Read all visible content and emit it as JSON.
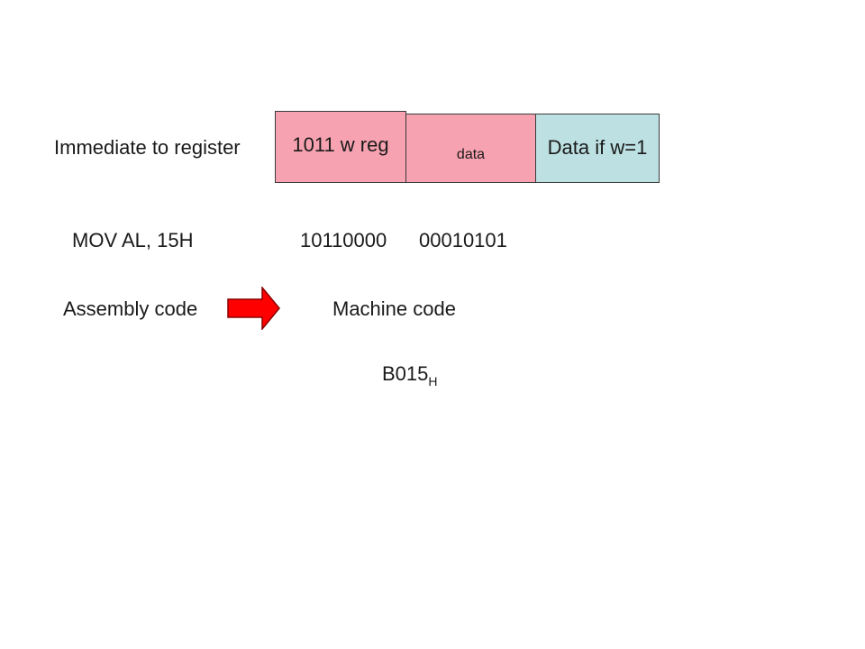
{
  "format": {
    "label": "Immediate to register",
    "fields": [
      {
        "text": "1011 w reg"
      },
      {
        "text": "data"
      },
      {
        "text": "Data if w=1"
      }
    ]
  },
  "example": {
    "assembly": "MOV AL, 15H",
    "byte1": "10110000",
    "byte2": "00010101"
  },
  "legend": {
    "assembly_label": "Assembly code",
    "machine_label": "Machine code"
  },
  "hex": {
    "value": "B015",
    "subscript": "H"
  },
  "colors": {
    "field_pink": "#f7a2b0",
    "field_blue": "#bde0e2",
    "arrow_red": "#ff0000"
  },
  "icons": {
    "arrow": "right-arrow-icon"
  }
}
